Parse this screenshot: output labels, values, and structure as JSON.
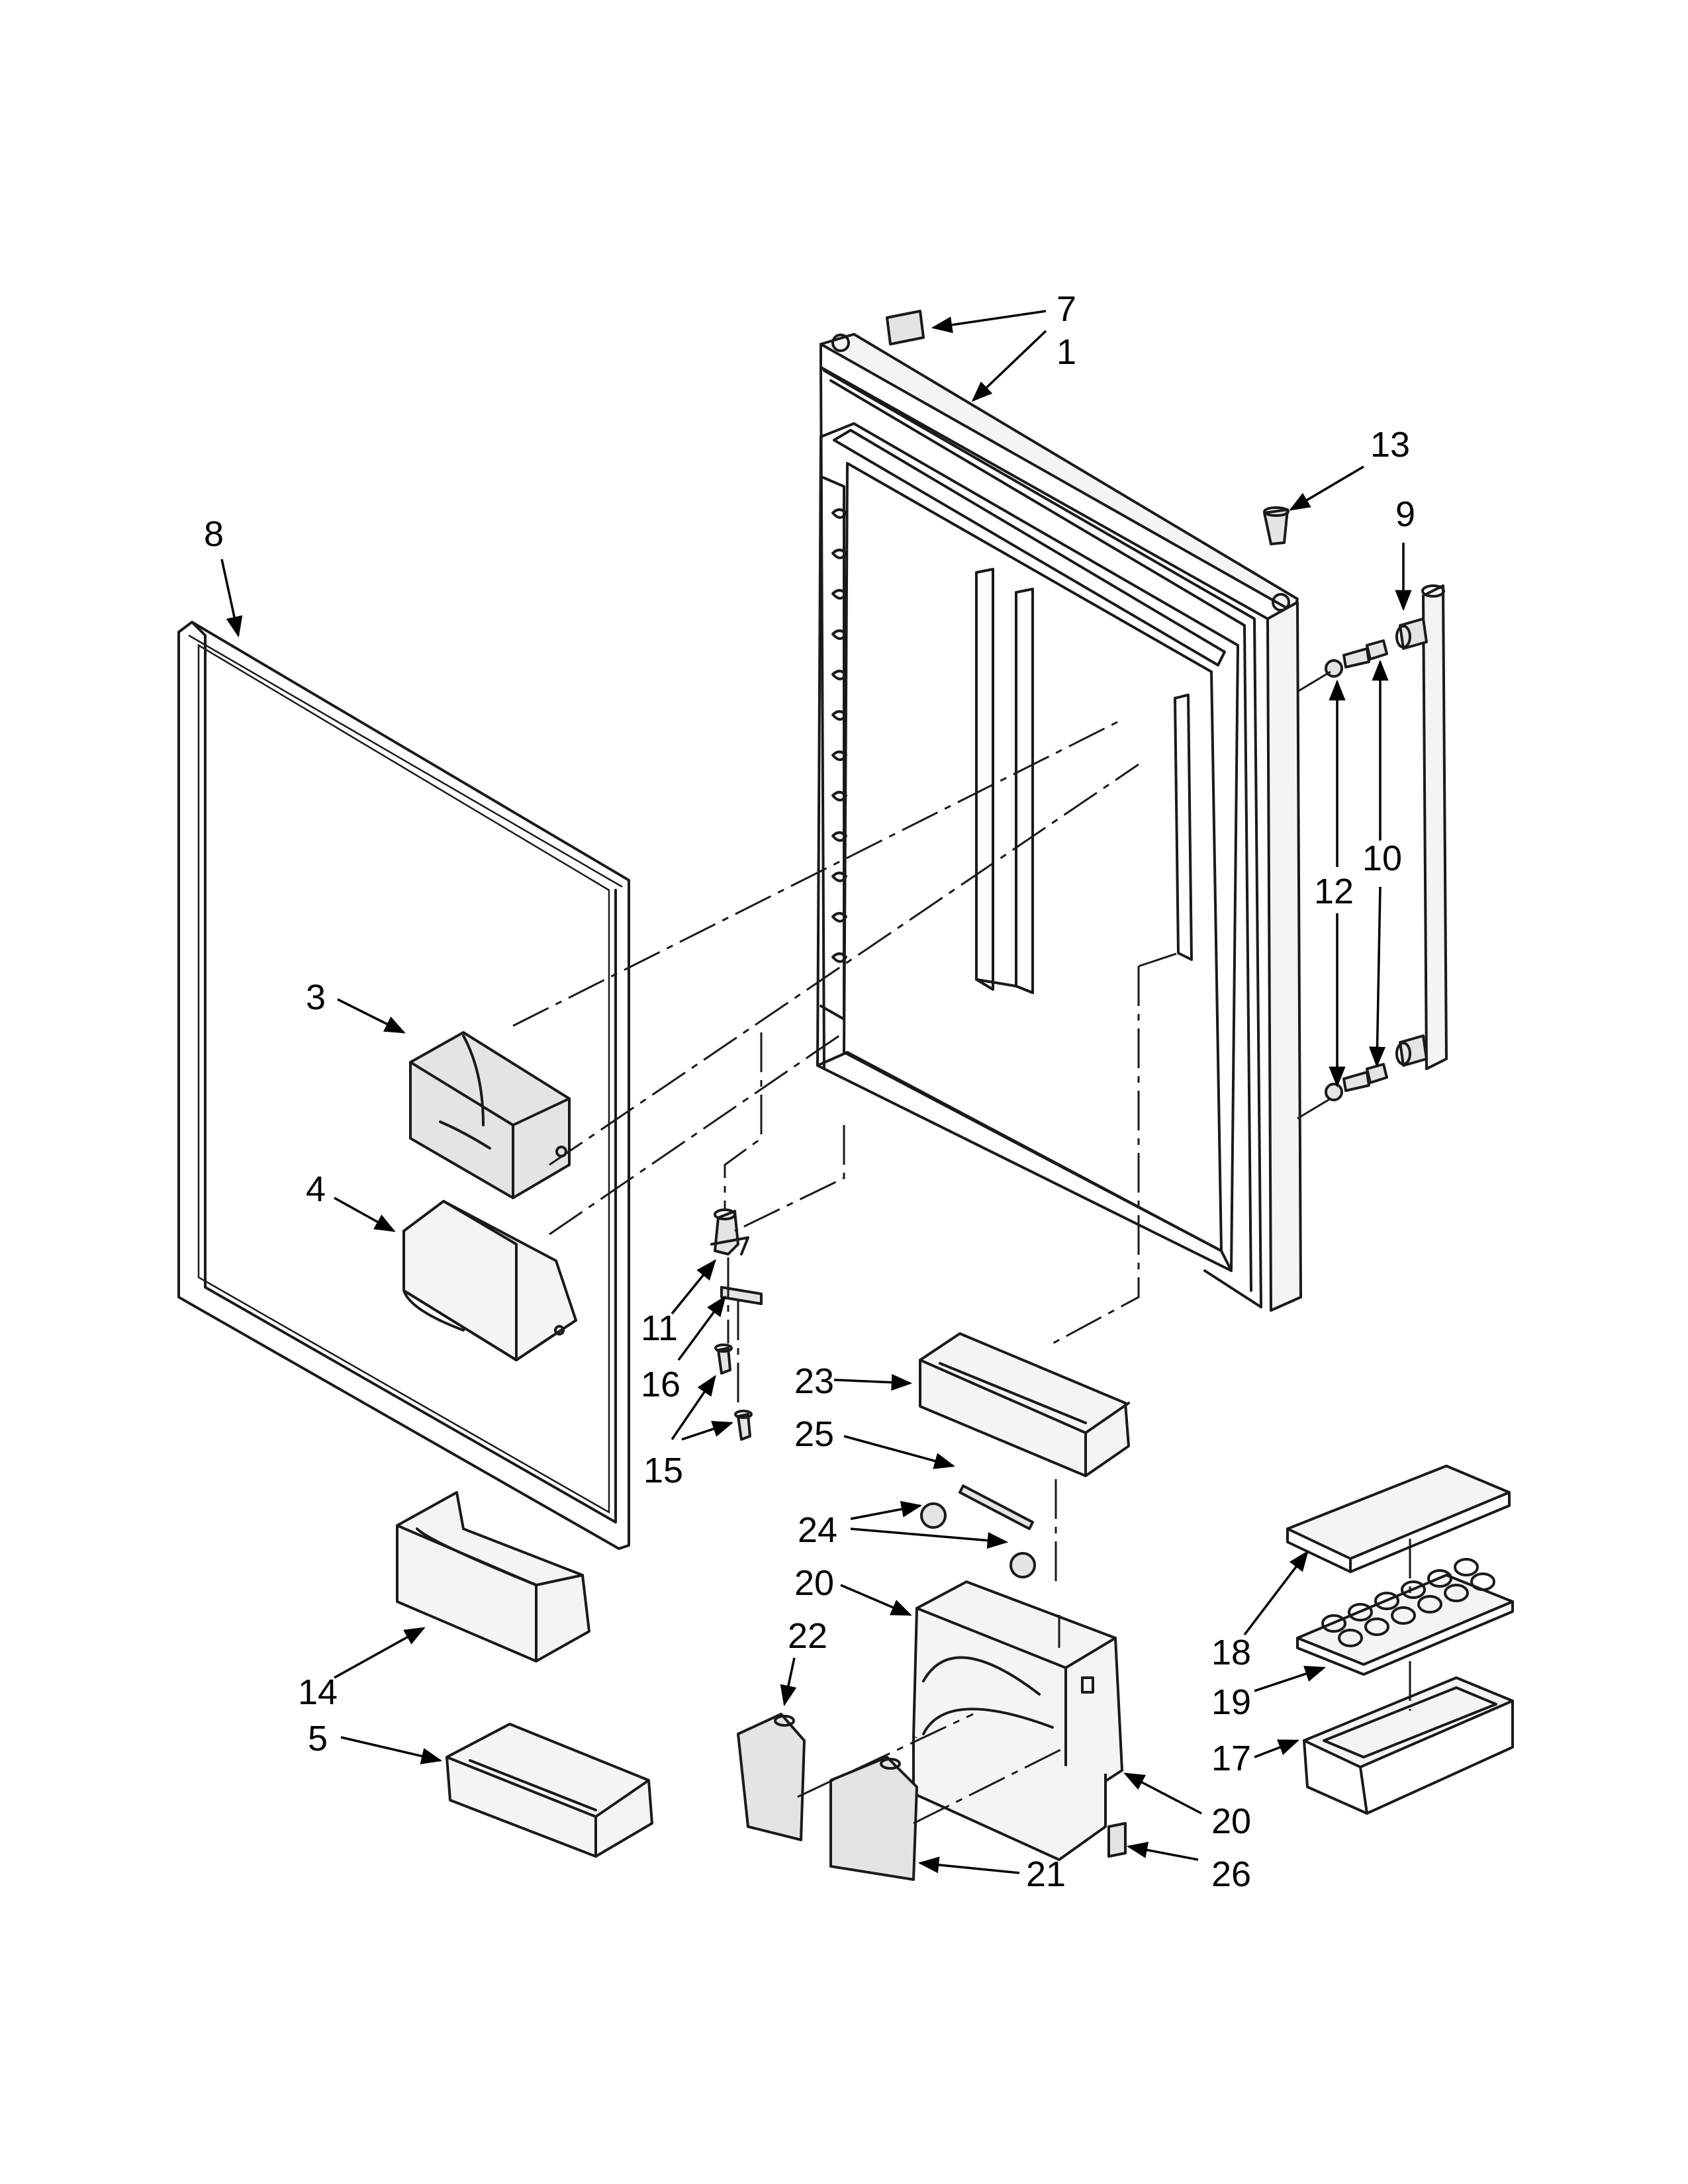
{
  "callouts": [
    {
      "id": "c7",
      "label": "7"
    },
    {
      "id": "c1",
      "label": "1"
    },
    {
      "id": "c13",
      "label": "13"
    },
    {
      "id": "c8",
      "label": "8"
    },
    {
      "id": "c9",
      "label": "9"
    },
    {
      "id": "c10",
      "label": "10"
    },
    {
      "id": "c12",
      "label": "12"
    },
    {
      "id": "c3",
      "label": "3"
    },
    {
      "id": "c4",
      "label": "4"
    },
    {
      "id": "c11",
      "label": "11"
    },
    {
      "id": "c16",
      "label": "16"
    },
    {
      "id": "c15",
      "label": "15"
    },
    {
      "id": "c23",
      "label": "23"
    },
    {
      "id": "c25",
      "label": "25"
    },
    {
      "id": "c24",
      "label": "24"
    },
    {
      "id": "c20a",
      "label": "20"
    },
    {
      "id": "c22",
      "label": "22"
    },
    {
      "id": "c14",
      "label": "14"
    },
    {
      "id": "c5",
      "label": "5"
    },
    {
      "id": "c18",
      "label": "18"
    },
    {
      "id": "c19",
      "label": "19"
    },
    {
      "id": "c17",
      "label": "17"
    },
    {
      "id": "c20b",
      "label": "20"
    },
    {
      "id": "c21",
      "label": "21"
    },
    {
      "id": "c26",
      "label": "26"
    }
  ]
}
